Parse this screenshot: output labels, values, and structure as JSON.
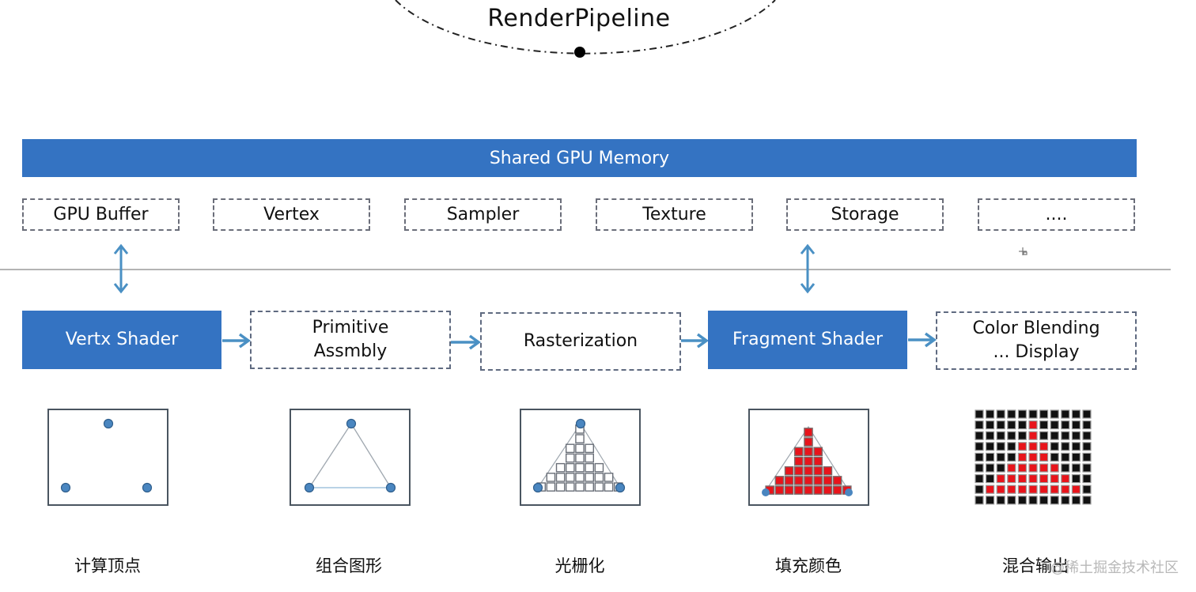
{
  "title": "RenderPipeline",
  "shared_memory": {
    "label": "Shared GPU Memory",
    "color": "#3473c2"
  },
  "resources": [
    {
      "label": "GPU Buffer"
    },
    {
      "label": "Vertex"
    },
    {
      "label": "Sampler"
    },
    {
      "label": "Texture"
    },
    {
      "label": "Storage"
    },
    {
      "label": "...."
    }
  ],
  "stages": [
    {
      "label": "Vertx Shader",
      "style": "solid"
    },
    {
      "label": "Primitive\nAssmbly",
      "line1": "Primitive",
      "line2": "Assmbly",
      "style": "dashed"
    },
    {
      "label": "Rasterization",
      "style": "dashed"
    },
    {
      "label": "Fragment Shader",
      "style": "solid"
    },
    {
      "label": "Color Blending\n... Display",
      "line1": "Color Blending",
      "line2": "... Display",
      "style": "dashed"
    }
  ],
  "captions": [
    "计算顶点",
    "组合图形",
    "光栅化",
    "填充颜色",
    "混合输出"
  ],
  "watermark": "@稀土掘金技术社区",
  "colors": {
    "accent_blue": "#3473c2",
    "arrow_blue": "#4a90c4",
    "vertex_dot": "#4a86c0",
    "fragment_red": "#e8141b",
    "pixel_black": "#111111"
  },
  "raster_rows": [
    1,
    1,
    3,
    3,
    5,
    7,
    9
  ],
  "display_grid": {
    "cols": 11,
    "rows": 9,
    "red_cells": [
      [
        1,
        5
      ],
      [
        2,
        5
      ],
      [
        3,
        4
      ],
      [
        3,
        5
      ],
      [
        3,
        6
      ],
      [
        4,
        4
      ],
      [
        4,
        5
      ],
      [
        4,
        6
      ],
      [
        5,
        3
      ],
      [
        5,
        4
      ],
      [
        5,
        5
      ],
      [
        5,
        6
      ],
      [
        5,
        7
      ],
      [
        6,
        2
      ],
      [
        6,
        3
      ],
      [
        6,
        4
      ],
      [
        6,
        5
      ],
      [
        6,
        6
      ],
      [
        6,
        7
      ],
      [
        6,
        8
      ],
      [
        7,
        1
      ],
      [
        7,
        2
      ],
      [
        7,
        3
      ],
      [
        7,
        4
      ],
      [
        7,
        5
      ],
      [
        7,
        6
      ],
      [
        7,
        7
      ],
      [
        7,
        8
      ],
      [
        7,
        9
      ]
    ]
  }
}
